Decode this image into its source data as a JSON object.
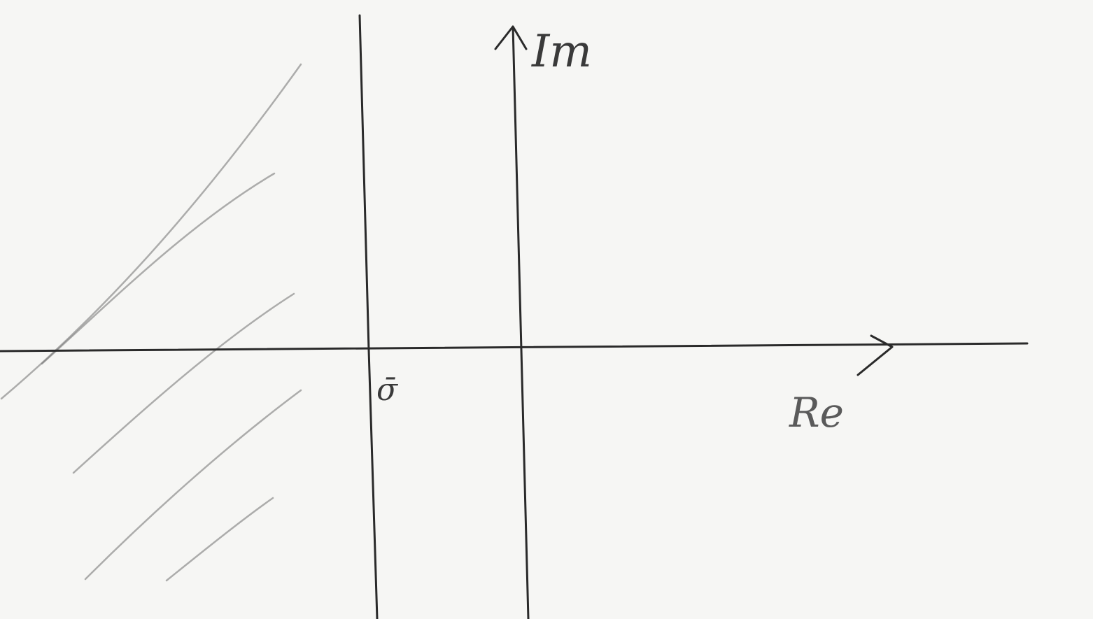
{
  "labels": {
    "imaginary_axis": "Im",
    "real_axis": "Re",
    "sigma": "σ̄"
  },
  "colors": {
    "paper": "#f6f6f4",
    "ink": "#2a2a2a",
    "hatch": "#6f6f6f"
  }
}
